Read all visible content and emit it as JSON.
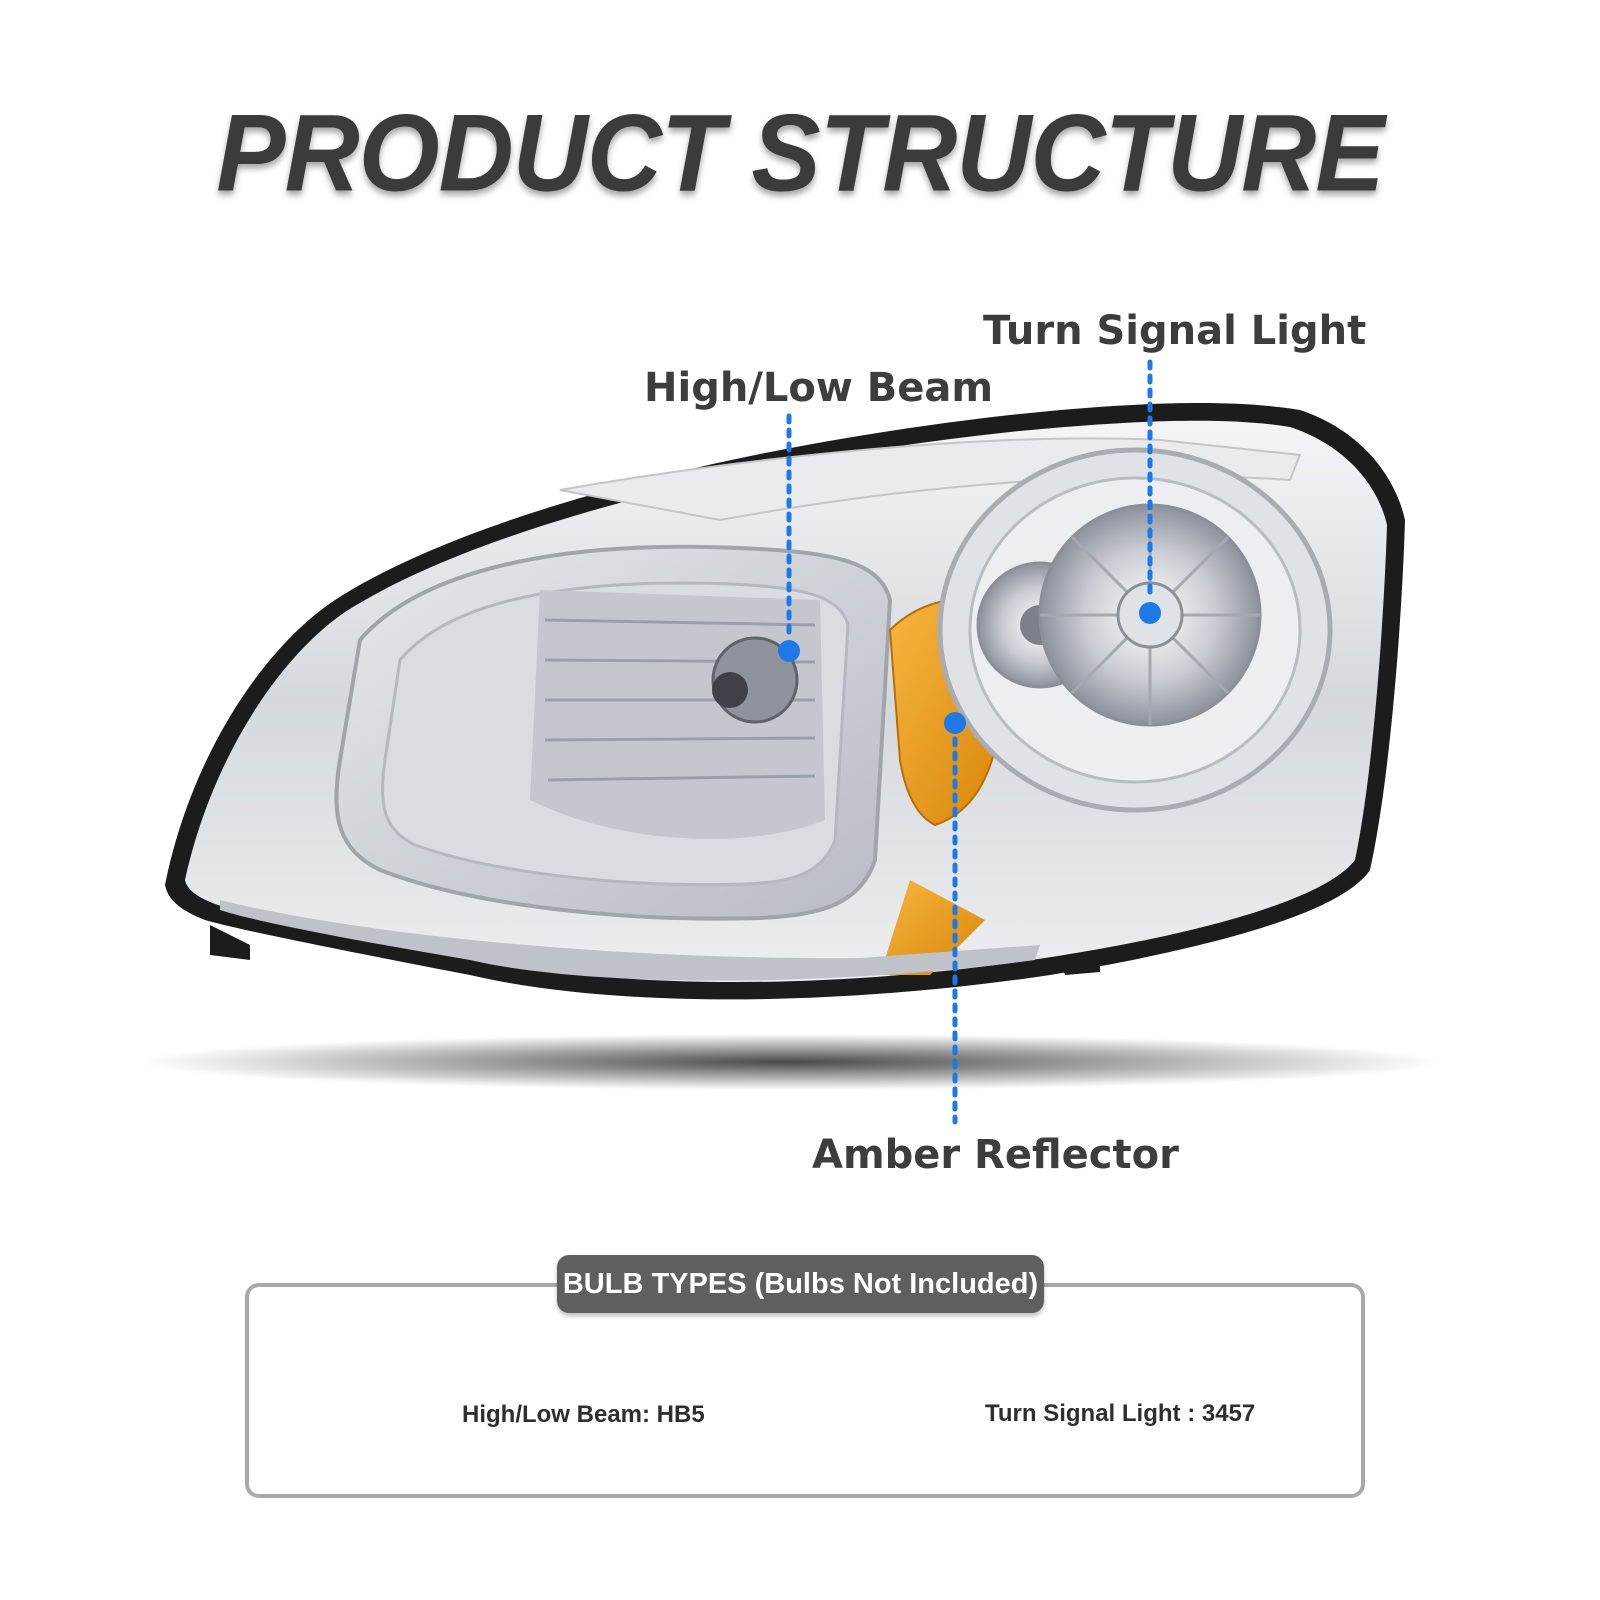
{
  "title": "PRODUCT STRUCTURE",
  "callouts": {
    "turn_signal": "Turn Signal Light",
    "high_low": "High/Low Beam",
    "amber": "Amber Reflector"
  },
  "bulb_types": {
    "header": "BULB TYPES (Bulbs Not Included)",
    "high_low": "High/Low Beam: HB5",
    "turn_signal": "Turn Signal Light : 3457"
  },
  "colors": {
    "marker_blue": "#1e78e6",
    "amber": "#e79a10",
    "title_text": "#3b3b3b"
  }
}
